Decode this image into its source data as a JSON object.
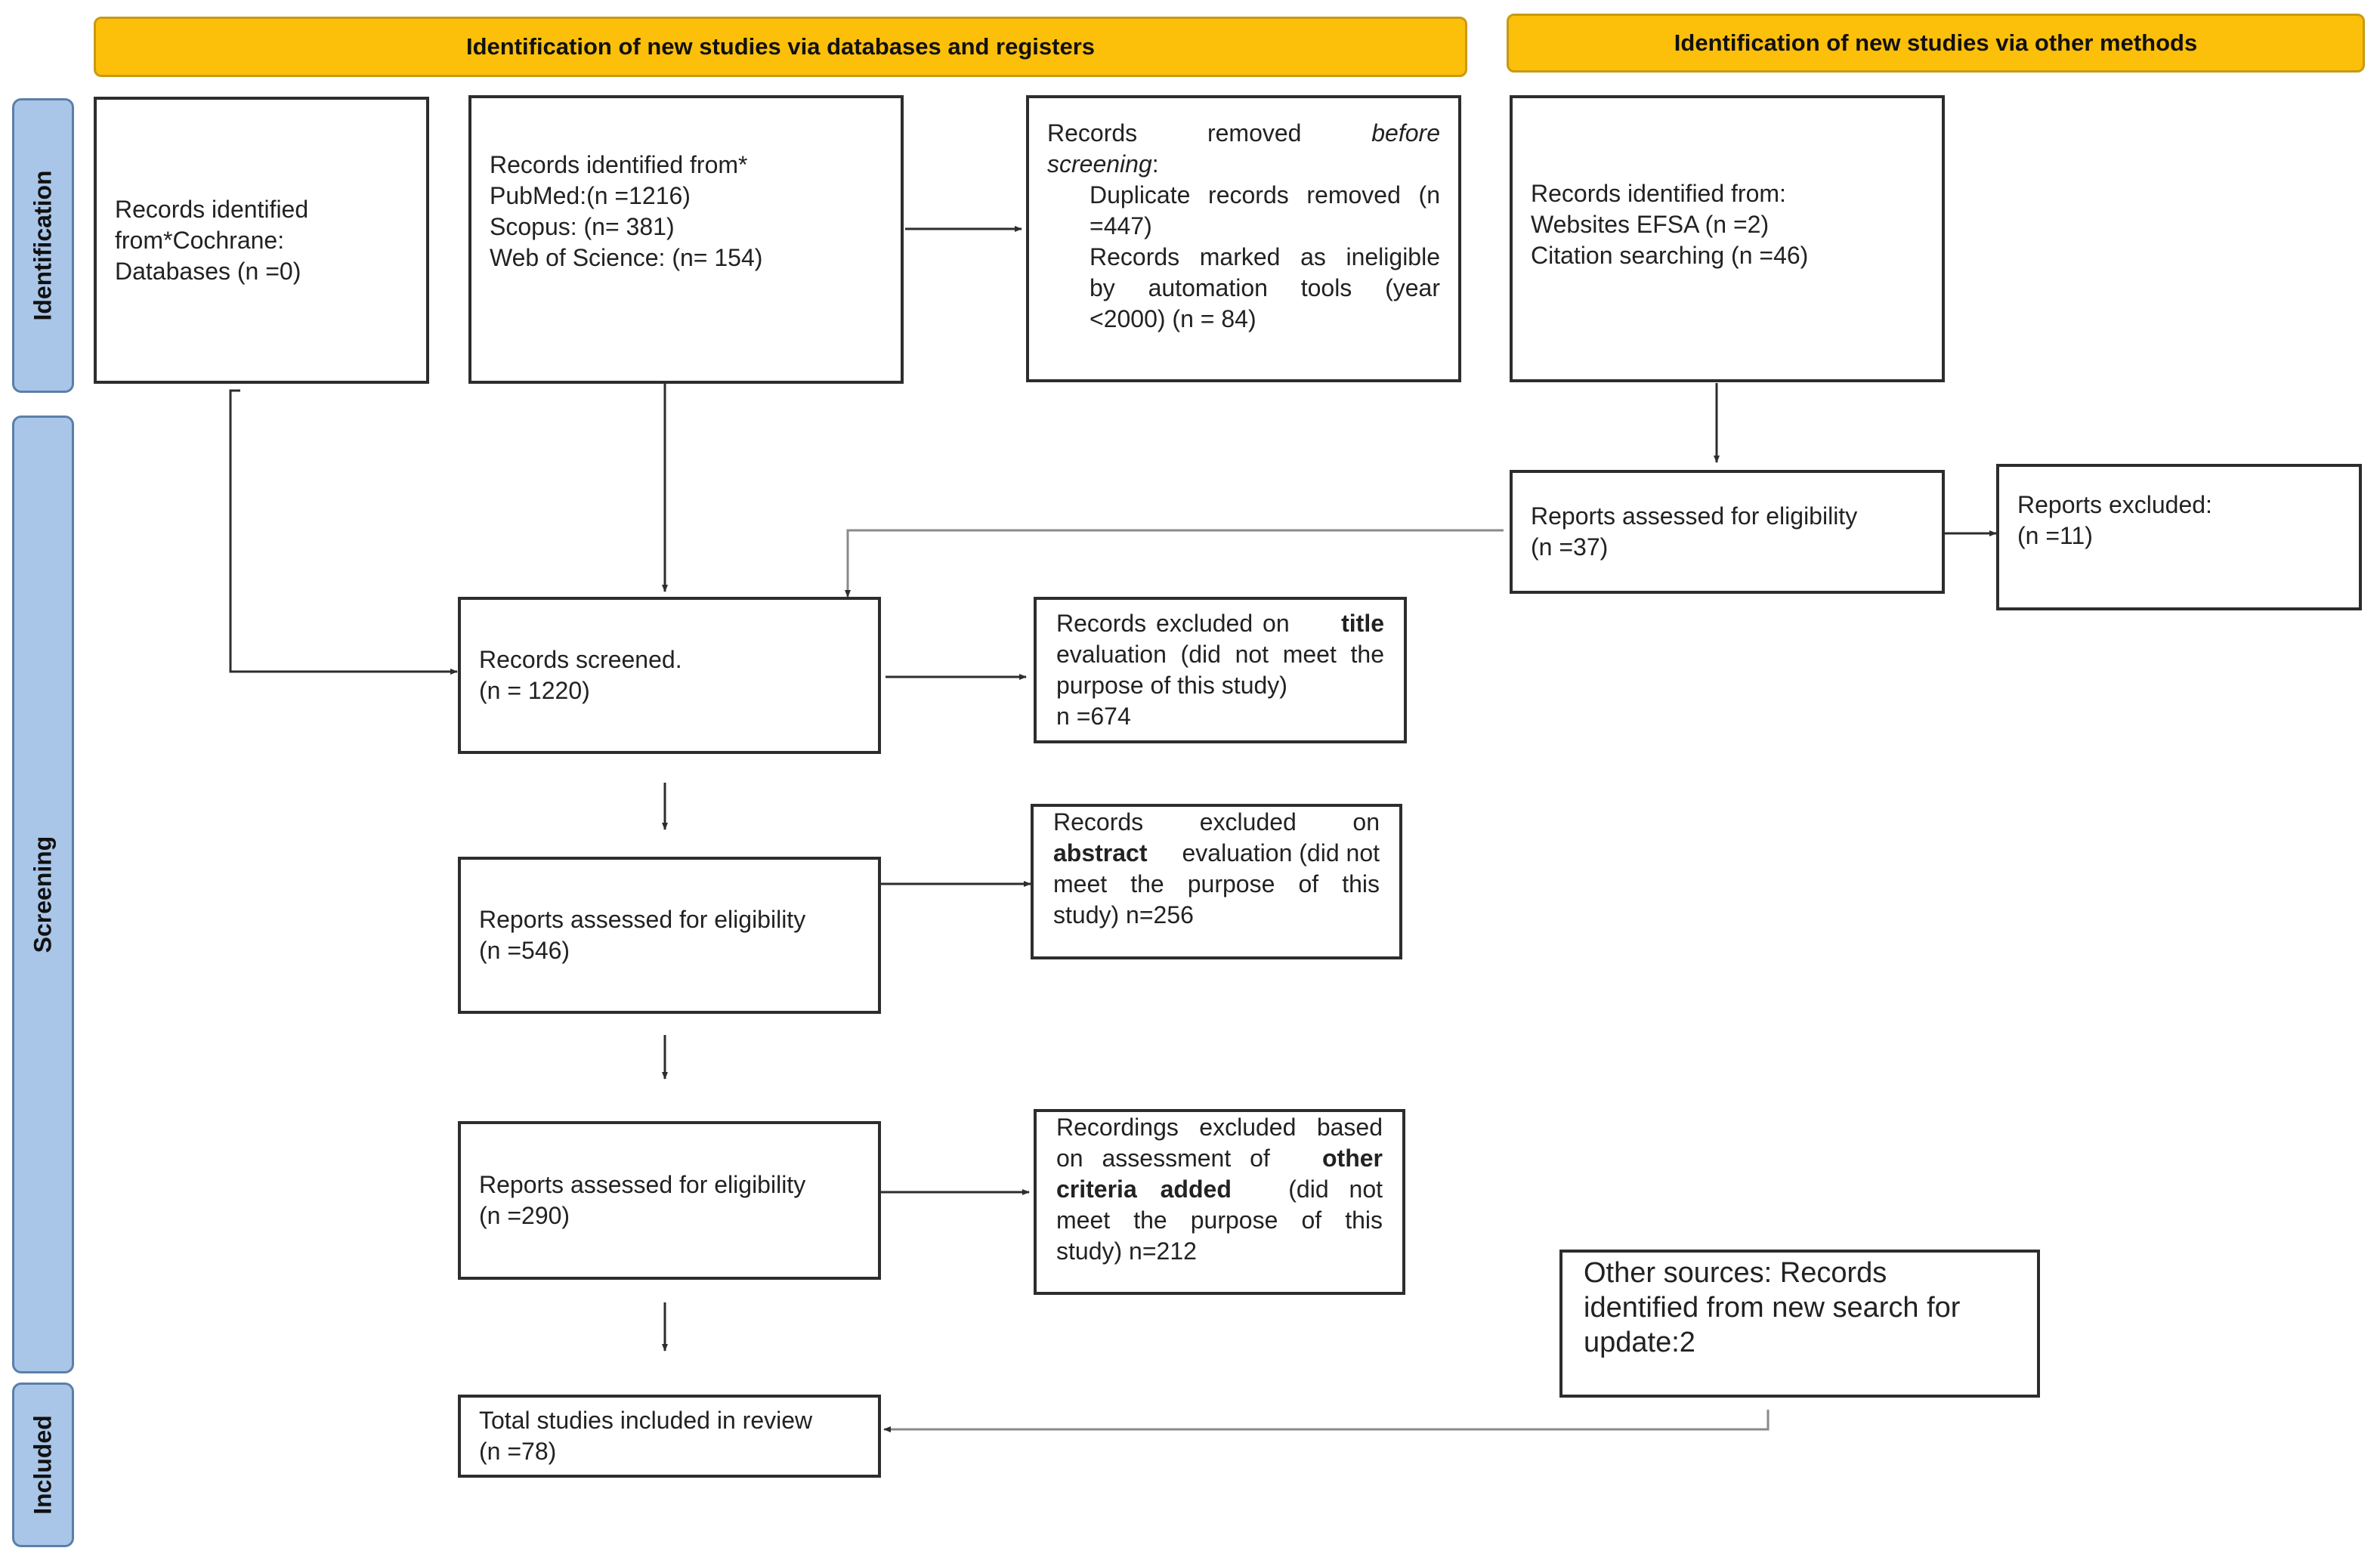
{
  "headers": {
    "databases": "Identification of new studies via databases and registers",
    "other_methods": "Identification of new studies via other methods"
  },
  "stages": {
    "identification": "Identification",
    "screening": "Screening",
    "included": "Included"
  },
  "boxes": {
    "cochrane": {
      "l1": "Records identified",
      "l2": "from*Cochrane:",
      "l3": "Databases (n =0)"
    },
    "databases": {
      "l1": "Records identified from*",
      "l2": "PubMed:(n =1216)",
      "l3": "Scopus: (n= 381)",
      "l4": "Web of Science: (n= 154)"
    },
    "removed": {
      "l1a": "Records",
      "l1b": "removed",
      "l1c": "before",
      "l2": "screening",
      "l3": "Duplicate records removed (n",
      "l4": "=447)",
      "l5": "Records marked as ineligible",
      "l6": "by automation tools (year",
      "l7": "<2000) (n = 84)"
    },
    "other_identified": {
      "l1": "Records identified from:",
      "l2": "Websites EFSA (n =2)",
      "l3": "Citation searching (n =46)"
    },
    "other_reports": {
      "l1": "Reports assessed for eligibility",
      "l2": "(n =37)"
    },
    "other_excluded": {
      "l1": "Reports excluded:",
      "l2": "(n =11)"
    },
    "screened": {
      "l1": "Records screened.",
      "l2": "(n = 1220)"
    },
    "title_excl": {
      "l1a": "Records excluded on",
      "l1b": "title",
      "l2": "evaluation (did not meet the",
      "l3": "purpose of this study)",
      "l4": "n =674"
    },
    "reports546": {
      "l1": "Reports assessed for eligibility",
      "l2": "(n =546)"
    },
    "abstract_excl": {
      "l1": "Records excluded on",
      "l2a": "abstract",
      "l2b": "evaluation (did not",
      "l3": "meet the purpose of this",
      "l4": "study) n=256"
    },
    "reports290": {
      "l1": "Reports assessed for eligibility",
      "l2": "(n =290)"
    },
    "criteria_excl": {
      "l1": "Recordings excluded based",
      "l2a": "on assessment of",
      "l2b": "other",
      "l3a": "criteria added",
      "l3b": "(did not",
      "l4": "meet the purpose of this",
      "l5": "study) n=212"
    },
    "update": {
      "l1": "Other sources: Records",
      "l2": "identified from new search for",
      "l3": "update:2"
    },
    "included": {
      "l1": "Total studies included in review",
      "l2": "(n =78)"
    }
  }
}
